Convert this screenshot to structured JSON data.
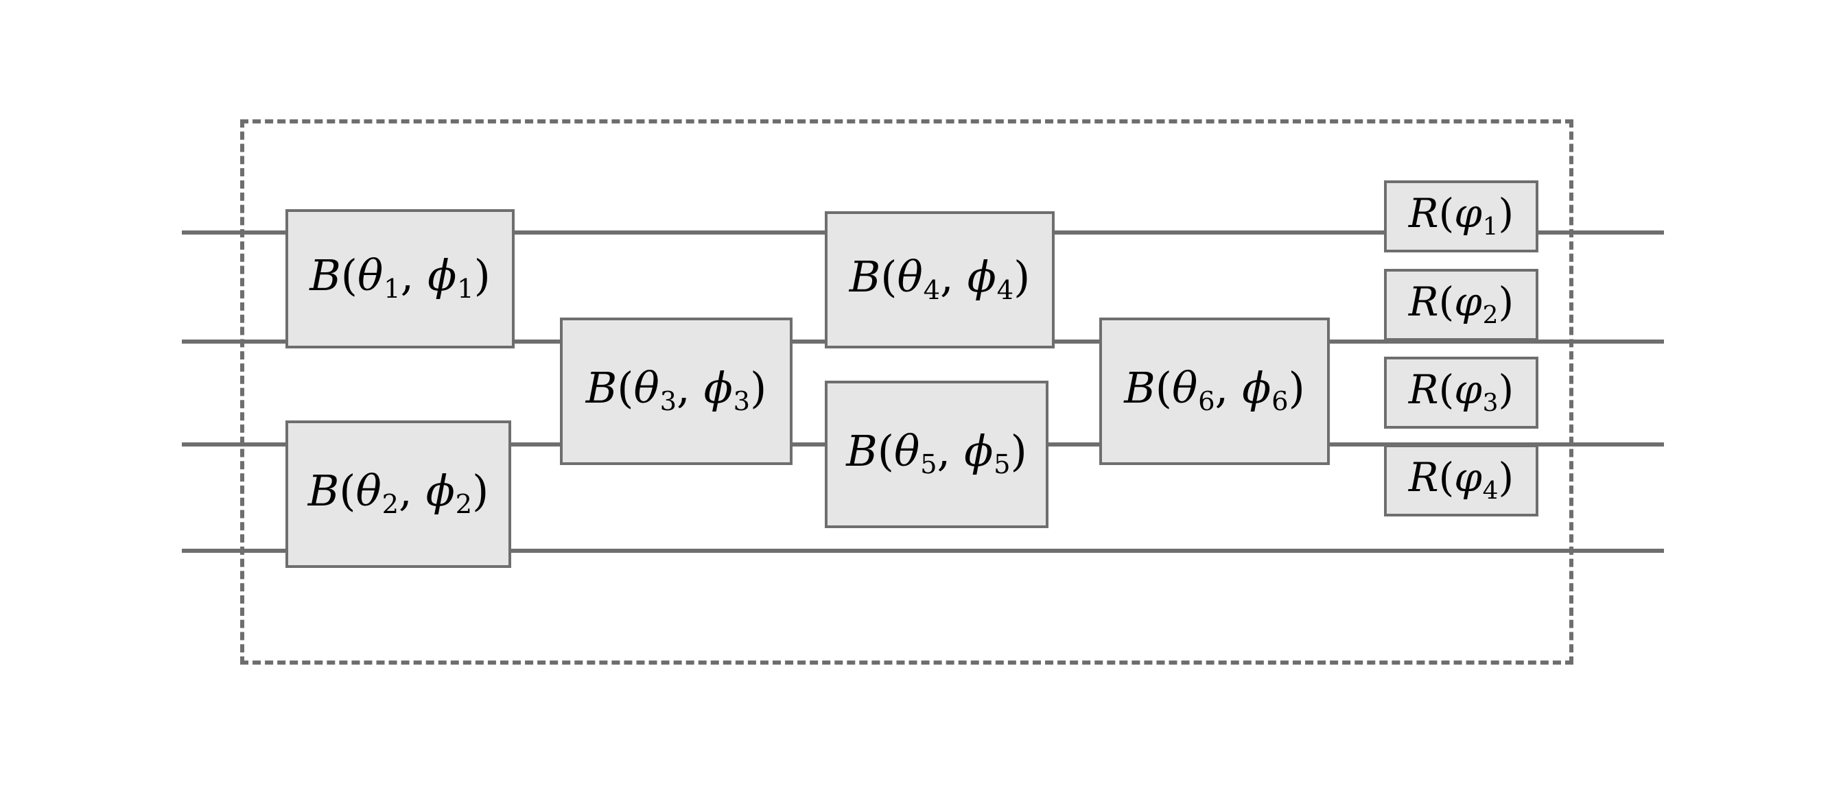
{
  "figure": {
    "kind": "quantum-circuit-diagram",
    "background_color": "#ffffff",
    "wire_color": "#6e6e6e",
    "gate_fill_color": "#e6e6e6",
    "gate_border_color": "#6e6e6e",
    "dashed_box_color": "#6e6e6e",
    "text_color": "#000000",
    "num_wires": 4
  },
  "wires": [
    {
      "index": 1,
      "label": "wire-1"
    },
    {
      "index": 2,
      "label": "wire-2"
    },
    {
      "index": 3,
      "label": "wire-3"
    },
    {
      "index": 4,
      "label": "wire-4"
    }
  ],
  "gates": [
    {
      "id": "b1",
      "type": "beamsplitter",
      "symbol": "B",
      "params": [
        {
          "glyph": "θ",
          "name": "theta",
          "subscript": "1"
        },
        {
          "glyph": "ϕ",
          "name": "phi",
          "subscript": "1"
        }
      ],
      "text": "B(θ₁, ϕ₁)",
      "wires": [
        1,
        2
      ]
    },
    {
      "id": "b2",
      "type": "beamsplitter",
      "symbol": "B",
      "params": [
        {
          "glyph": "θ",
          "name": "theta",
          "subscript": "2"
        },
        {
          "glyph": "ϕ",
          "name": "phi",
          "subscript": "2"
        }
      ],
      "text": "B(θ₂, ϕ₂)",
      "wires": [
        3,
        4
      ]
    },
    {
      "id": "b3",
      "type": "beamsplitter",
      "symbol": "B",
      "params": [
        {
          "glyph": "θ",
          "name": "theta",
          "subscript": "3"
        },
        {
          "glyph": "ϕ",
          "name": "phi",
          "subscript": "3"
        }
      ],
      "text": "B(θ₃, ϕ₃)",
      "wires": [
        2,
        3
      ]
    },
    {
      "id": "b4",
      "type": "beamsplitter",
      "symbol": "B",
      "params": [
        {
          "glyph": "θ",
          "name": "theta",
          "subscript": "4"
        },
        {
          "glyph": "ϕ",
          "name": "phi",
          "subscript": "4"
        }
      ],
      "text": "B(θ₄, ϕ₄)",
      "wires": [
        1,
        2
      ]
    },
    {
      "id": "b5",
      "type": "beamsplitter",
      "symbol": "B",
      "params": [
        {
          "glyph": "θ",
          "name": "theta",
          "subscript": "5"
        },
        {
          "glyph": "ϕ",
          "name": "phi",
          "subscript": "5"
        }
      ],
      "text": "B(θ₅, ϕ₅)",
      "wires": [
        3,
        4
      ]
    },
    {
      "id": "b6",
      "type": "beamsplitter",
      "symbol": "B",
      "params": [
        {
          "glyph": "θ",
          "name": "theta",
          "subscript": "6"
        },
        {
          "glyph": "ϕ",
          "name": "phi",
          "subscript": "6"
        }
      ],
      "text": "B(θ₆, ϕ₆)",
      "wires": [
        2,
        3
      ]
    },
    {
      "id": "r1",
      "type": "phase-rotation",
      "symbol": "R",
      "params": [
        {
          "glyph": "φ",
          "name": "varphi",
          "subscript": "1"
        }
      ],
      "text": "R(φ₁)",
      "wires": [
        1
      ]
    },
    {
      "id": "r2",
      "type": "phase-rotation",
      "symbol": "R",
      "params": [
        {
          "glyph": "φ",
          "name": "varphi",
          "subscript": "2"
        }
      ],
      "text": "R(φ₂)",
      "wires": [
        2
      ]
    },
    {
      "id": "r3",
      "type": "phase-rotation",
      "symbol": "R",
      "params": [
        {
          "glyph": "φ",
          "name": "varphi",
          "subscript": "3"
        }
      ],
      "text": "R(φ₃)",
      "wires": [
        3
      ]
    },
    {
      "id": "r4",
      "type": "phase-rotation",
      "symbol": "R",
      "params": [
        {
          "glyph": "φ",
          "name": "varphi",
          "subscript": "4"
        }
      ],
      "text": "R(φ₄)",
      "wires": [
        4
      ]
    }
  ]
}
